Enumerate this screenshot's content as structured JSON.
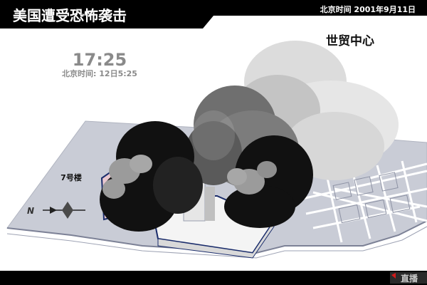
{
  "header": {
    "title": "美国遭受恐怖袭击",
    "date_line": "北京时间  2001年9月11日"
  },
  "timestamp": {
    "time": "17:25",
    "beijing_line": "北京时间: 12日5:25"
  },
  "labels": {
    "wtc": "世贸中心",
    "building7": "7号楼",
    "compass_n": "N"
  },
  "footer": {
    "brand": "直播"
  },
  "colors": {
    "header_bar": "#000000",
    "land": "#c8ccd4",
    "water": "#ffffff",
    "smoke_dark": "#111111",
    "smoke_mid": "#6b6b6b",
    "smoke_light": "#d0d0d0",
    "accent_red": "#d11a1a"
  }
}
